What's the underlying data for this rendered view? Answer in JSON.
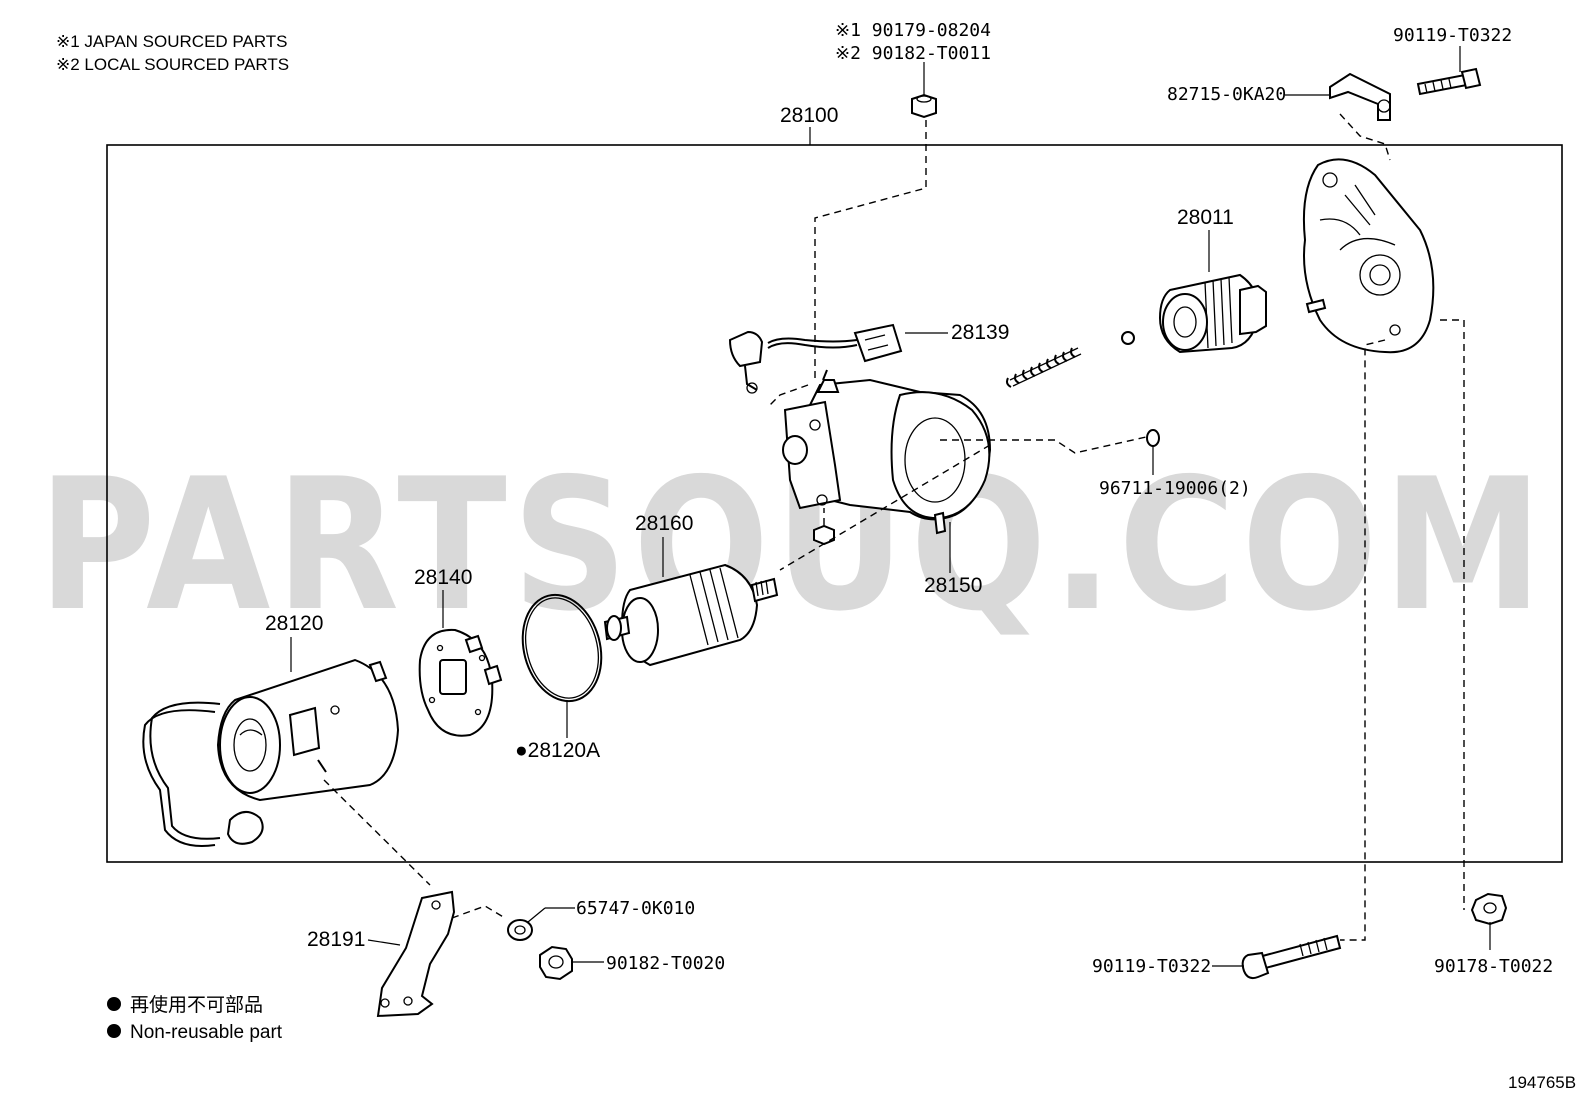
{
  "notes": {
    "japan": "※1 JAPAN SOURCED PARTS",
    "local": "※2 LOCAL SOURCED PARTS"
  },
  "watermark": "PARTSOUQ.COM",
  "assembly": {
    "number": "28100"
  },
  "callouts": {
    "nut_top_1": "※1 90179-08204",
    "nut_top_2": "※2 90182-T0011",
    "bolt_top_right": "90119-T0322",
    "bracket_top_right": "82715-0KA20",
    "drive": "28011",
    "switch_connector": "28139",
    "oring": "96711-19006(2)",
    "housing": "28150",
    "armature": "28160",
    "brush_holder": "28140",
    "yoke": "28120",
    "gasket": "●28120A",
    "bracket_bottom": "28191",
    "washer": "65747-0K010",
    "nut_bottom": "90182-T0020",
    "bolt_bottom": "90119-T0322",
    "nut_bottom_right": "90178-T0022"
  },
  "legend": {
    "jp": "再使用不可部品",
    "en": "Non-reusable part"
  },
  "diagram_id": "194765B"
}
